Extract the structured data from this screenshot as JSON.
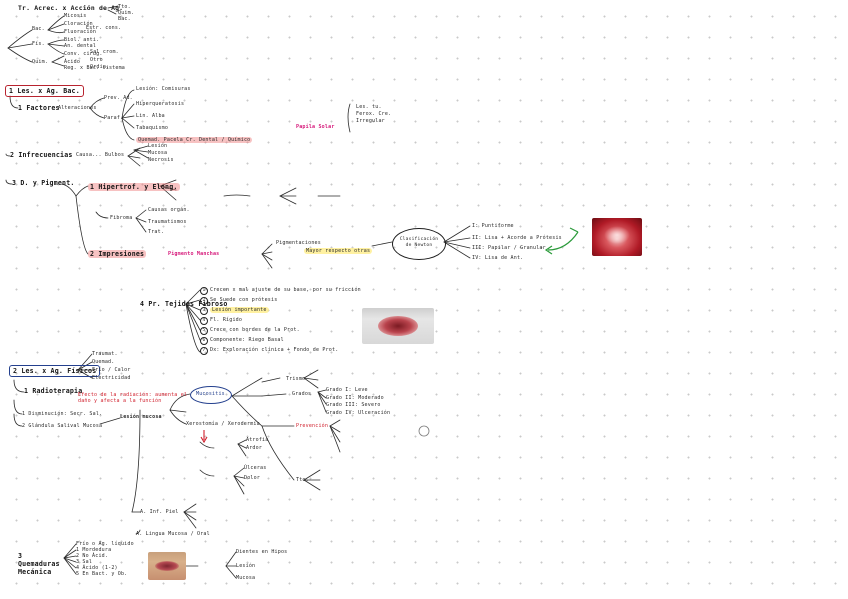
{
  "header": {
    "title": "Tr. Acrec. x Acción de Ag.",
    "aside": "Tto. Quim. Bac."
  },
  "topleft": {
    "bac": "Bac.",
    "fis": "Fís.",
    "quim": "Quim.",
    "sub": [
      "Micosis",
      "Cloración",
      "Fluoración",
      "Biol. anti.",
      "An. dental",
      "Conv. cirug.",
      "Ácido",
      "Reg. x Bac. sistema",
      "Estr. cons.",
      "Sal crom.",
      "Otro",
      "Ordin."
    ]
  },
  "sec1": {
    "title": "1 Les. x Ag. Bac.",
    "sub": "1 Factores",
    "sub_note": "Alteraciones",
    "branches": [
      "Prev. Ad.",
      "Paraf."
    ],
    "prev": "Lesión: Comisuras",
    "hist": "Hiperqueratosis",
    "aria": "Lin. Alba",
    "tobac": "Tabaquismo",
    "tobac_hl": "Papila Solar",
    "chem": "Quemad. Pacela Cr. Dental / Químico",
    "chem_sub": [
      "Lesión",
      "Mucosa",
      "Necrosis"
    ],
    "right_note": "Les. tu. Ferox. Cre. Irregular"
  },
  "sec2": {
    "title": "2 Infrecuencias",
    "note": "Causa... Bulbos"
  },
  "sec3": {
    "title": "3 D. y Pigment.",
    "node1": "1 Hipertrof. y Elong.",
    "node2": "2 Impresiones",
    "impre_hl": "Pigmento Manchas",
    "impre_note": "Pigmentaciones",
    "oval": "Clasificación de Newton",
    "newton": [
      "I: Puntiforme",
      "II: Lisa + Acorde a Prótesis",
      "III: Papilar / Granular",
      "IV: Lisa de Ant."
    ],
    "fibra_tag": "Fibroma",
    "fibra_list": [
      "Causas orgán.",
      "Traumatismos",
      "Trat."
    ],
    "extra_hl": "Mayor respecto otras"
  },
  "sec4": {
    "title": "4 Pr. Tejidos Fibroso",
    "items": [
      "Crecen x mal ajuste de su base, por su fricción",
      "Se Suede con prótesis",
      "Lesión importante",
      "Fl. Rígido",
      "Crece con bordes de la Prot.",
      "Componente: Riego Basal",
      "Dx: Exploración clínica + Fondo de Prot."
    ]
  },
  "sec5": {
    "title": "2 Les. x Ag. Físicos",
    "list": [
      "Traumat.",
      "Quemad.",
      "Frío / Calor",
      "Electricidad"
    ],
    "sub": "1 Radioterapia",
    "sub_note": "Efecto de la radiación: aumenta el daño y afecta a la función",
    "bullets": [
      "1 Disminución: Secr. Sal.",
      "2 Glándula Salival Mucosa"
    ],
    "center": "Lesión mucosa",
    "center2": "Xerostomía / Xerodermia",
    "mucosa": [
      "Atrofia",
      "Ardor",
      "Úlceras",
      "Dolor"
    ],
    "boxed": "Mucositis",
    "right": [
      "Trismo",
      "Grados",
      "Prevención",
      "Tto."
    ],
    "grades": [
      "Grado I: Leve",
      "Grado II: Moderado",
      "Grado III: Severo",
      "Grado IV: Ulceración"
    ],
    "inferior": "A. Inf. Piel",
    "lower": "A. Lingua Mucosa / Oral"
  },
  "sec6": {
    "title": "3 Quemaduras Mecánica",
    "list": [
      "Frío o Ag. líquido",
      "1 Mordedura",
      "2 No Ácid.",
      "3 Sal",
      "4 Ácido (1-2)",
      "5 En Bact. y Ob."
    ],
    "right": [
      "Dientes en Hipos",
      "Lesión",
      "Mucosa"
    ]
  },
  "colors": {
    "red": "#d01e2b",
    "blue": "#24408e",
    "pink": "#d61a7b",
    "yellow": "#ffe680"
  }
}
